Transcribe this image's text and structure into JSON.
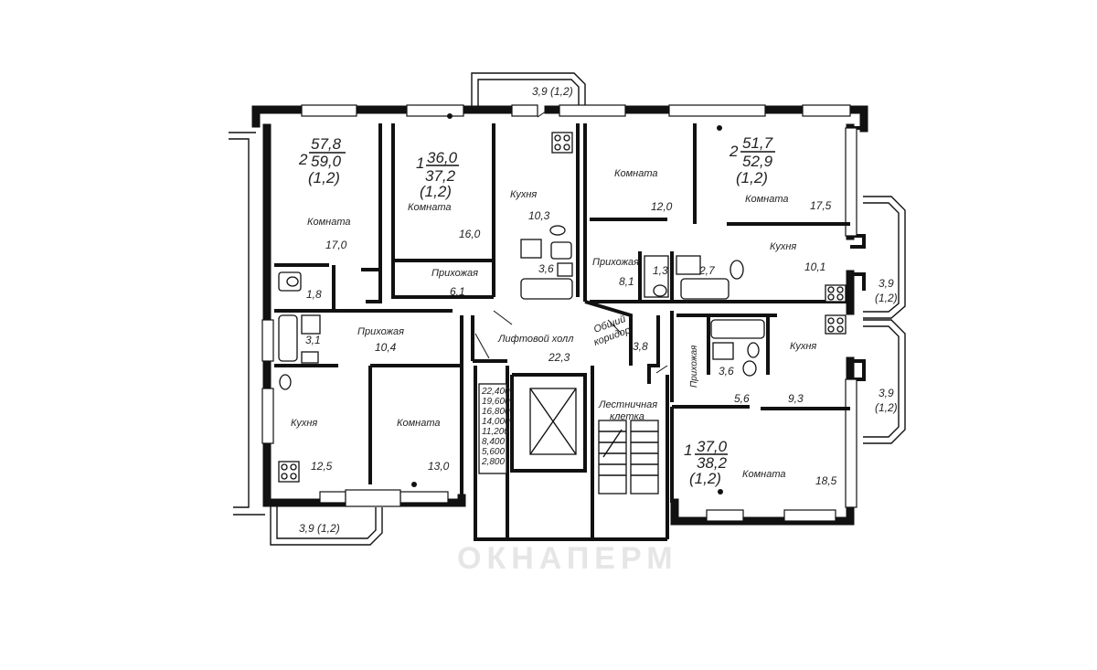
{
  "apartments": {
    "a1": {
      "rooms": "2",
      "area_living": "57,8",
      "area_total": "59,0",
      "balcony": "(1,2)"
    },
    "a2": {
      "rooms": "1",
      "area_living": "36,0",
      "area_total": "37,2",
      "balcony": "(1,2)"
    },
    "a3": {
      "rooms": "2",
      "area_living": "51,7",
      "area_total": "52,9",
      "balcony": "(1,2)"
    },
    "a4": {
      "rooms": "1",
      "area_living": "37,0",
      "area_total": "38,2",
      "balcony": "(1,2)"
    }
  },
  "rooms": {
    "r1_komnata": {
      "label": "Комната",
      "area": "17,0"
    },
    "r2_komnata": {
      "label": "Комната",
      "area": "16,0"
    },
    "r3_kuhnya": {
      "label": "Кухня",
      "area": "10,3"
    },
    "r4_komnata": {
      "label": "Комната",
      "area": "12,0"
    },
    "r5_komnata": {
      "label": "Комната",
      "area": "17,5"
    },
    "r6_kuhnya": {
      "label": "Кухня",
      "area": "10,1"
    },
    "r7_prihozhaya": {
      "label": "Прихожая",
      "area": "6,1"
    },
    "r8_prihozhaya": {
      "label": "Прихожая",
      "area": "8,1"
    },
    "r9_prihozhaya": {
      "label": "Прихожая",
      "area": "10,4"
    },
    "r10_kuhnya": {
      "label": "Кухня",
      "area": "12,5"
    },
    "r11_komnata": {
      "label": "Комната",
      "area": "13,0"
    },
    "r12_kuhnya": {
      "label": "Кухня",
      "area": "9,3"
    },
    "r13_prihozhaya": {
      "label": "Прихожая",
      "area": "5,6"
    },
    "r14_komnata": {
      "label": "Комната",
      "area": "18,5"
    }
  },
  "bathrooms": [
    "1,8",
    "3,1",
    "3,6",
    "1,3",
    "2,7",
    "3,6"
  ],
  "common": {
    "lift_hall": {
      "label": "Лифтовой холл",
      "area": "22,3"
    },
    "corridor": {
      "label_1": "Общий",
      "label_2": "коридор",
      "area": "3,8"
    },
    "stairs": {
      "label_1": "Лестничная",
      "label_2": "клетка"
    }
  },
  "balconies": {
    "top": "3,9 (1,2)",
    "bottom": "3,9 (1,2)",
    "right_upper_1": "3,9",
    "right_upper_2": "(1,2)",
    "right_lower_1": "3,9",
    "right_lower_2": "(1,2)"
  },
  "elevations": [
    "22,400",
    "19,600",
    "16,800",
    "14,000",
    "11,200",
    "8,400",
    "5,600",
    "2,800"
  ],
  "watermark": "ОКНАПЕРМ"
}
